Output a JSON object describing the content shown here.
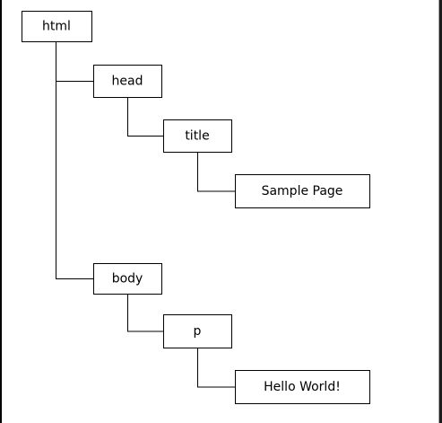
{
  "diagram": {
    "nodes": [
      {
        "id": "html",
        "label": "html"
      },
      {
        "id": "head",
        "label": "head"
      },
      {
        "id": "title",
        "label": "title"
      },
      {
        "id": "sample-page",
        "label": "Sample Page"
      },
      {
        "id": "body",
        "label": "body"
      },
      {
        "id": "p",
        "label": "p"
      },
      {
        "id": "hello-world",
        "label": "Hello World!"
      }
    ],
    "edges": [
      {
        "from": "html",
        "to": "head"
      },
      {
        "from": "head",
        "to": "title"
      },
      {
        "from": "title",
        "to": "sample-page"
      },
      {
        "from": "html",
        "to": "body"
      },
      {
        "from": "body",
        "to": "p"
      },
      {
        "from": "p",
        "to": "hello-world"
      }
    ]
  },
  "colors": {
    "background": "#000000",
    "panel": "#ffffff",
    "line": "#000000"
  }
}
